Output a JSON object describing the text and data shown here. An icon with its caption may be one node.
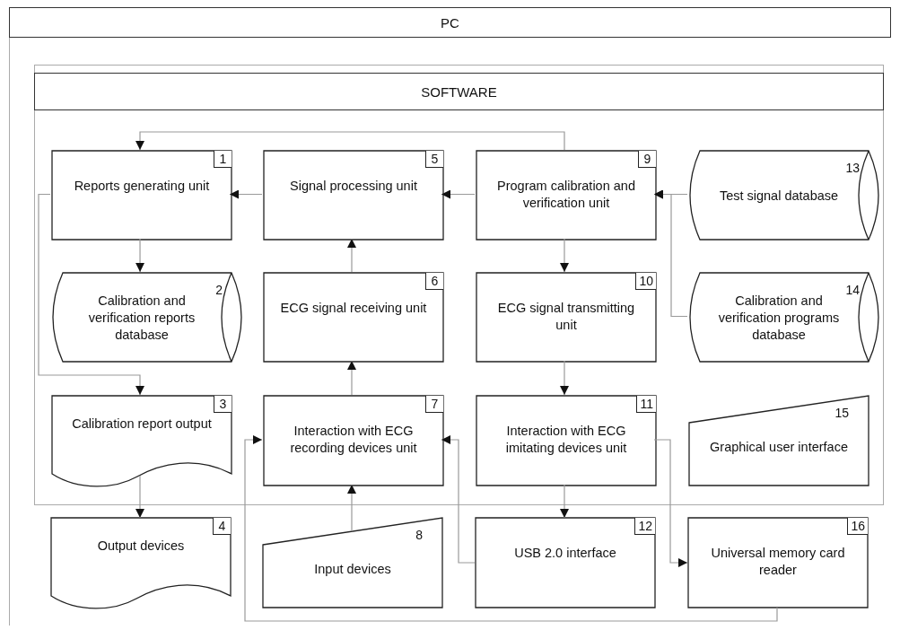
{
  "diagram": {
    "nodes": [
      {
        "text": [
          "PC"
        ]
      },
      {
        "text": [
          "SOFTWARE"
        ],
        "in": 0
      },
      {
        "text": [
          "1",
          "Reports generating unit"
        ],
        "in": 1
      },
      {
        "text": [
          "5",
          "Signal processing unit"
        ],
        "in": 1
      },
      {
        "text": [
          "9",
          "Program calibration and verification unit"
        ],
        "in": 1
      },
      {
        "text": [
          "13",
          "Test signal database"
        ],
        "in": 1
      },
      {
        "text": [
          "2",
          "Calibration and verification reports database"
        ],
        "in": 1
      },
      {
        "text": [
          "6",
          "ECG signal receiving unit"
        ],
        "in": 1
      },
      {
        "text": [
          "10",
          "ECG signal transmitting unit"
        ],
        "in": 1
      },
      {
        "text": [
          "14",
          "Calibration and verification programs database"
        ],
        "in": 1
      },
      {
        "text": [
          "3",
          "Calibration report output"
        ],
        "in": 1
      },
      {
        "text": [
          "7",
          "Interaction with ECG recording devices unit"
        ],
        "in": 1
      },
      {
        "text": [
          "11",
          "Interaction with ECG imitating devices unit"
        ],
        "in": 1
      },
      {
        "text": [
          "15",
          "Graphical user interface"
        ],
        "in": 1
      },
      {
        "text": [
          "4",
          "Output devices"
        ],
        "in": 0
      },
      {
        "text": [
          "8",
          "Input devices"
        ],
        "in": 0
      },
      {
        "text": [
          "12",
          "USB 2.0 interface"
        ],
        "in": 0
      },
      {
        "text": [
          "16",
          "Universal memory card reader"
        ],
        "in": 0
      }
    ],
    "edges": [
      {
        "from": 4,
        "to": 2,
        "arrow": "to"
      },
      {
        "from": 3,
        "to": 2,
        "arrow": "to"
      },
      {
        "from": 4,
        "to": 3,
        "arrow": "to"
      },
      {
        "from": 5,
        "to": 4,
        "arrow": "to"
      },
      {
        "from": 9,
        "to": 4,
        "arrow": "to"
      },
      {
        "from": 2,
        "to": 6,
        "arrow": "to"
      },
      {
        "from": 2,
        "to": 10,
        "arrow": "to"
      },
      {
        "from": 7,
        "to": 3,
        "arrow": "to"
      },
      {
        "from": 11,
        "to": 7,
        "arrow": "to"
      },
      {
        "from": 4,
        "to": 8,
        "arrow": "to"
      },
      {
        "from": 8,
        "to": 12,
        "arrow": "to"
      },
      {
        "from": 10,
        "to": 14,
        "arrow": "to"
      },
      {
        "from": 15,
        "to": 11,
        "arrow": "to"
      },
      {
        "from": 12,
        "to": 16,
        "arrow": "to"
      },
      {
        "from": 16,
        "to": 11,
        "arrow": "to"
      },
      {
        "from": 12,
        "to": 17,
        "arrow": "to"
      },
      {
        "from": 17,
        "to": 11,
        "arrow": "to"
      }
    ]
  }
}
